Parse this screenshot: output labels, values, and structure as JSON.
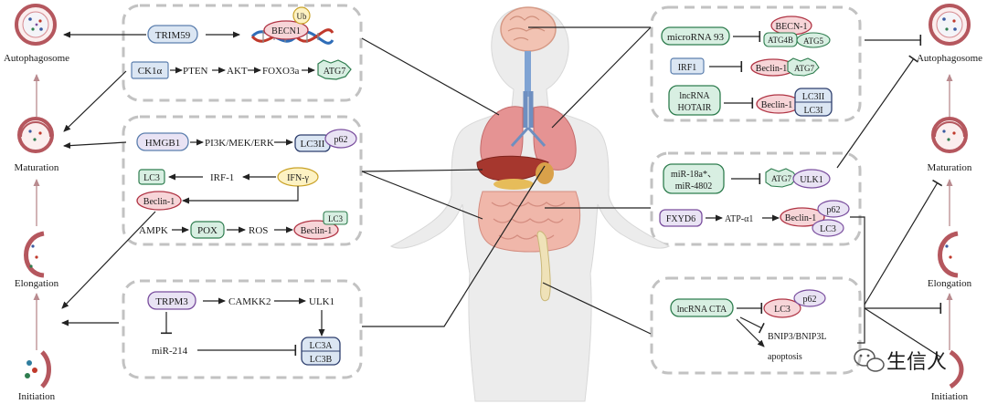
{
  "stages_left": {
    "autophagosome": "Autophagosome",
    "maturation": "Maturation",
    "elongation": "Elongation",
    "initiation": "Initiation"
  },
  "stages_right": {
    "autophagosome": "Autophagosome",
    "maturation": "Maturation",
    "elongation": "Elongation",
    "initiation": "Initiation"
  },
  "box1": {
    "trim59": "TRIM59",
    "becn1": "BECN1",
    "ub": "Ub",
    "ck1a": "CK1α",
    "pten": "PTEN",
    "akt": "AKT",
    "foxo3a": "FOXO3a",
    "atg7": "ATG7"
  },
  "box2": {
    "hmgb1": "HMGB1",
    "pi3k": "PI3K/MEK/ERK",
    "lc3ii": "LC3II",
    "p62": "p62",
    "lc3": "LC3",
    "irf1": "IRF-1",
    "ifng": "IFN-γ",
    "beclin1": "Beclin-1",
    "ampk": "AMPK",
    "pox": "POX",
    "ros": "ROS",
    "lc3b": "LC3",
    "beclin1b": "Beclin-1"
  },
  "box3": {
    "trpm3": "TRPM3",
    "camkk2": "CAMKK2",
    "ulk1": "ULK1",
    "mir214": "miR-214",
    "lc3a": "LC3A",
    "lc3b": "LC3B"
  },
  "box4": {
    "microrna93": "microRNA 93",
    "becn1": "BECN-1",
    "atg4b": "ATG4B",
    "atg5": "ATG5",
    "irf1": "IRF1",
    "beclin1": "Beclin-1",
    "atg7": "ATG7",
    "lnc1": "lncRNA",
    "hotair": "HOTAIR",
    "beclin1b": "Beclin-1",
    "lc3ii": "LC3II",
    "lc3i": "LC3I"
  },
  "box5": {
    "mir18a": "miR-18a*、",
    "mir4802": "miR-4802",
    "atg7": "ATG7",
    "ulk1": "ULK1",
    "fxyd6": "FXYD6",
    "atpa1": "ATP-α1",
    "beclin1": "Beclin-1",
    "p62": "p62",
    "lc3": "LC3"
  },
  "box6": {
    "lnccta": "lncRNA CTA",
    "lc3": "LC3",
    "p62": "p62",
    "bnip3": "BNIP3/BNIP3L",
    "apoptosis": "apoptosis"
  },
  "watermark": {
    "text": "生信人"
  },
  "colors": {
    "blue_fill": "#dbe6f3",
    "blue_stroke": "#5c7fae",
    "purple_stroke": "#7a4e9e",
    "green_fill": "#d8efe2",
    "green_stroke": "#2f7d4f",
    "pink_fill": "#f7d5d8",
    "pink_stroke": "#b03545",
    "yellow_fill": "#fdf2c3",
    "yellow_stroke": "#c9a227",
    "lavender_fill": "#e9e3f4",
    "box_border": "#bdbdbd"
  }
}
